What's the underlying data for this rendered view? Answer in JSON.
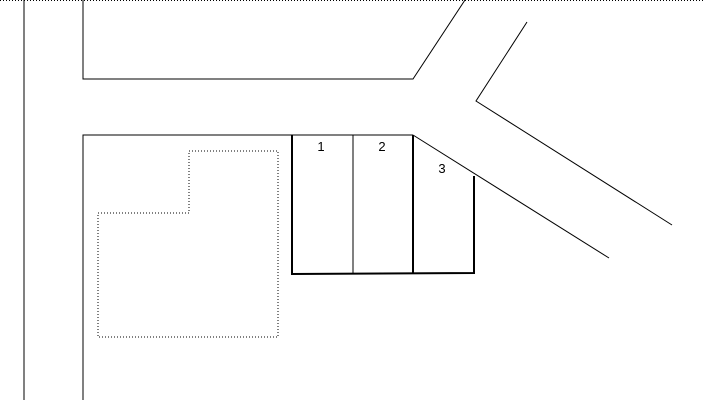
{
  "parking_lots": [
    {
      "number": "1"
    },
    {
      "number": "2"
    },
    {
      "number": "3"
    }
  ]
}
